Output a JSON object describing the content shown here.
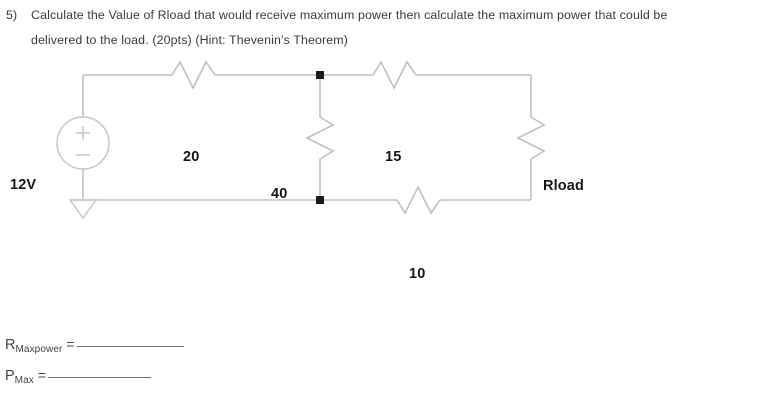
{
  "question": {
    "number": "5)",
    "line1": "Calculate the Value of Rload that would receive maximum power then calculate the maximum power that could be",
    "line2": "delivered to the load. (20pts) (Hint: Thevenin’s Theorem)"
  },
  "circuit": {
    "source": {
      "label": "12V",
      "plus": "+",
      "minus": "−"
    },
    "resistors": [
      {
        "name": "r20",
        "label": "20",
        "orientation": "horizontal"
      },
      {
        "name": "r40",
        "label": "40",
        "orientation": "vertical"
      },
      {
        "name": "r15",
        "label": "15",
        "orientation": "horizontal"
      },
      {
        "name": "r10",
        "label": "10",
        "orientation": "horizontal"
      },
      {
        "name": "rload",
        "label": "Rload",
        "orientation": "vertical"
      }
    ],
    "colors": {
      "wire": "#bfbfbf",
      "node": "#1b1b1b",
      "label": "#161616",
      "text": "#3a3a3a"
    }
  },
  "answers": [
    {
      "symbol": "R",
      "subscript": "Maxpower",
      "equals": "=",
      "value": ""
    },
    {
      "symbol": "P",
      "subscript": "Max",
      "equals": "=",
      "value": ""
    }
  ]
}
